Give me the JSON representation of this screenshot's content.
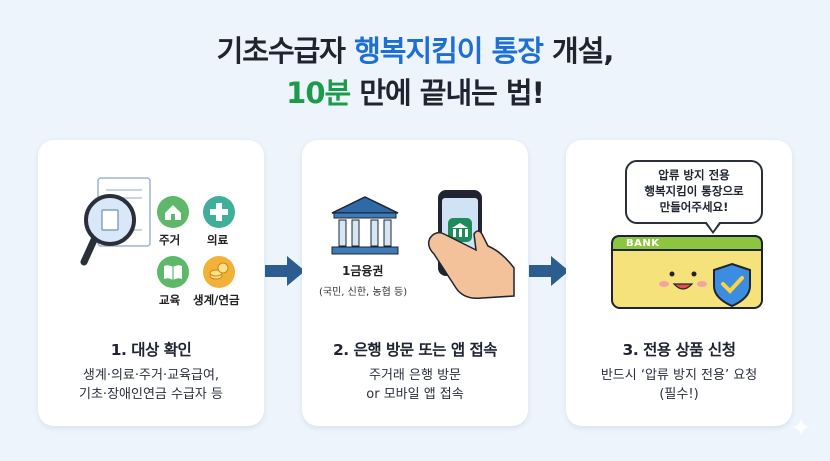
{
  "title": {
    "line1_a": "기초수급자 ",
    "line1_b": "행복지킴이 통장",
    "line1_c": " 개설,",
    "line2_a": "10분",
    "line2_b": " 만에 끝내는 법!"
  },
  "steps": [
    {
      "title": "1. 대상 확인",
      "desc": [
        "생계·의료·주거·교육급여,",
        "기초·장애인연금 수급자 등"
      ],
      "icons": {
        "housing": "주거",
        "medical": "의료",
        "education": "교육",
        "livelihood": "생계/연금"
      }
    },
    {
      "title": "2. 은행 방문 또는 앱 접속",
      "desc": [
        "주거래 은행 방문",
        "or 모바일 앱 접속"
      ],
      "bank_label": "1금융권",
      "bank_sub": "(국민, 신한, 농협 등)"
    },
    {
      "title": "3. 전용 상품 신청",
      "desc": [
        "반드시 ‘압류 방지 전용’ 요청",
        "(필수!)"
      ],
      "bubble": [
        "압류 방지 전용",
        "행복지킴이 통장으로",
        "만들어주세요!"
      ],
      "card_text": "BANK"
    }
  ],
  "colors": {
    "background": "#eef4fb",
    "accent_blue": "#1d6fd6",
    "accent_green": "#1e9a4c",
    "arrow": "#2b5d8e",
    "bankbook_yellow": "#f6e27a",
    "bankbook_green": "#8cc63f"
  }
}
